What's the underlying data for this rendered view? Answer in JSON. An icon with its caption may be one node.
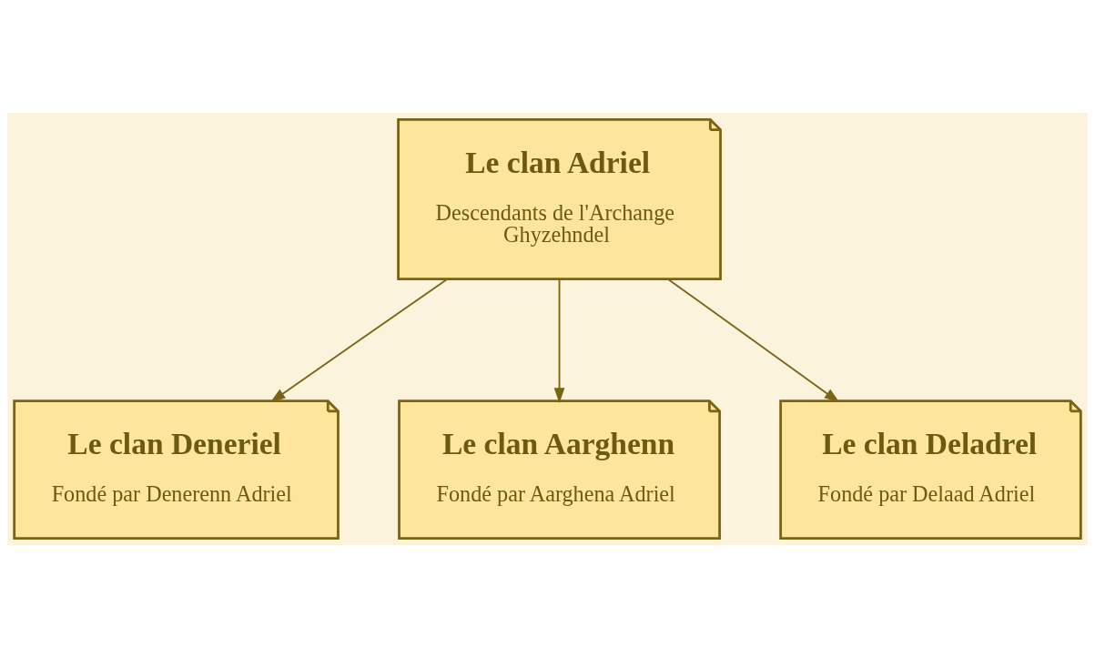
{
  "diagram": {
    "nodes": [
      {
        "text": [
          "Le clan Adriel",
          "Descendants de l'Archange Ghyzehndel"
        ]
      },
      {
        "text": [
          "Le clan Deneriel",
          "Fondé par Denerenn Adriel"
        ]
      },
      {
        "text": [
          "Le clan Aarghenn",
          "Fondé par Aarghena Adriel"
        ]
      },
      {
        "text": [
          "Le clan Deladrel",
          "Fondé par Delaad Adriel"
        ]
      }
    ],
    "edges": [
      {
        "from": 0,
        "to": 1,
        "arrow": "to"
      },
      {
        "from": 0,
        "to": 2,
        "arrow": "to"
      },
      {
        "from": 0,
        "to": 3,
        "arrow": "to"
      }
    ]
  }
}
